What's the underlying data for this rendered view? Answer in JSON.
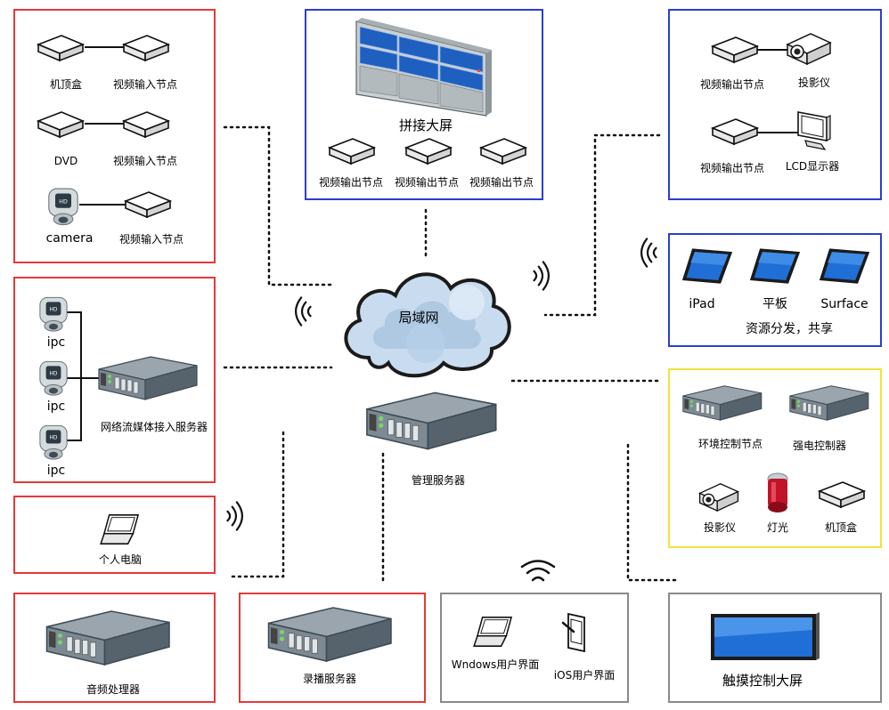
{
  "network": {
    "cloud_label": "局域网",
    "mgmt_server_label": "管理服务器"
  },
  "input_box": {
    "stb_label": "机顶盒",
    "dvd_label": "DVD",
    "camera_label": "camera",
    "in_node_1": "视频输入节点",
    "in_node_2": "视频输入节点",
    "in_node_3": "视频输入节点"
  },
  "ipc_box": {
    "ipc_1": "ipc",
    "ipc_2": "ipc",
    "ipc_3": "ipc",
    "server_label": "网络流媒体接入服务器"
  },
  "pc_box": {
    "label": "个人电脑"
  },
  "audio_box": {
    "label": "音频处理器"
  },
  "record_box": {
    "label": "录播服务器"
  },
  "wall_box": {
    "title": "拼接大屏",
    "out_1": "视频输出节点",
    "out_2": "视频输出节点",
    "out_3": "视频输出节点"
  },
  "output_box": {
    "out_1": "视频输出节点",
    "projector": "投影仪",
    "out_2": "视频输出节点",
    "lcd": "LCD显示器"
  },
  "tablet_box": {
    "ipad": "iPad",
    "tablet": "平板",
    "surface": "Surface",
    "caption": "资源分发，共享"
  },
  "control_box": {
    "env_node": "环境控制节点",
    "power_ctrl": "强电控制器",
    "projector": "投影仪",
    "light": "灯光",
    "stb": "机顶盒"
  },
  "ui_box": {
    "windows": "Wndows用户界面",
    "ios": "iOS用户界面"
  },
  "touch_box": {
    "label": "触摸控制大屏"
  }
}
